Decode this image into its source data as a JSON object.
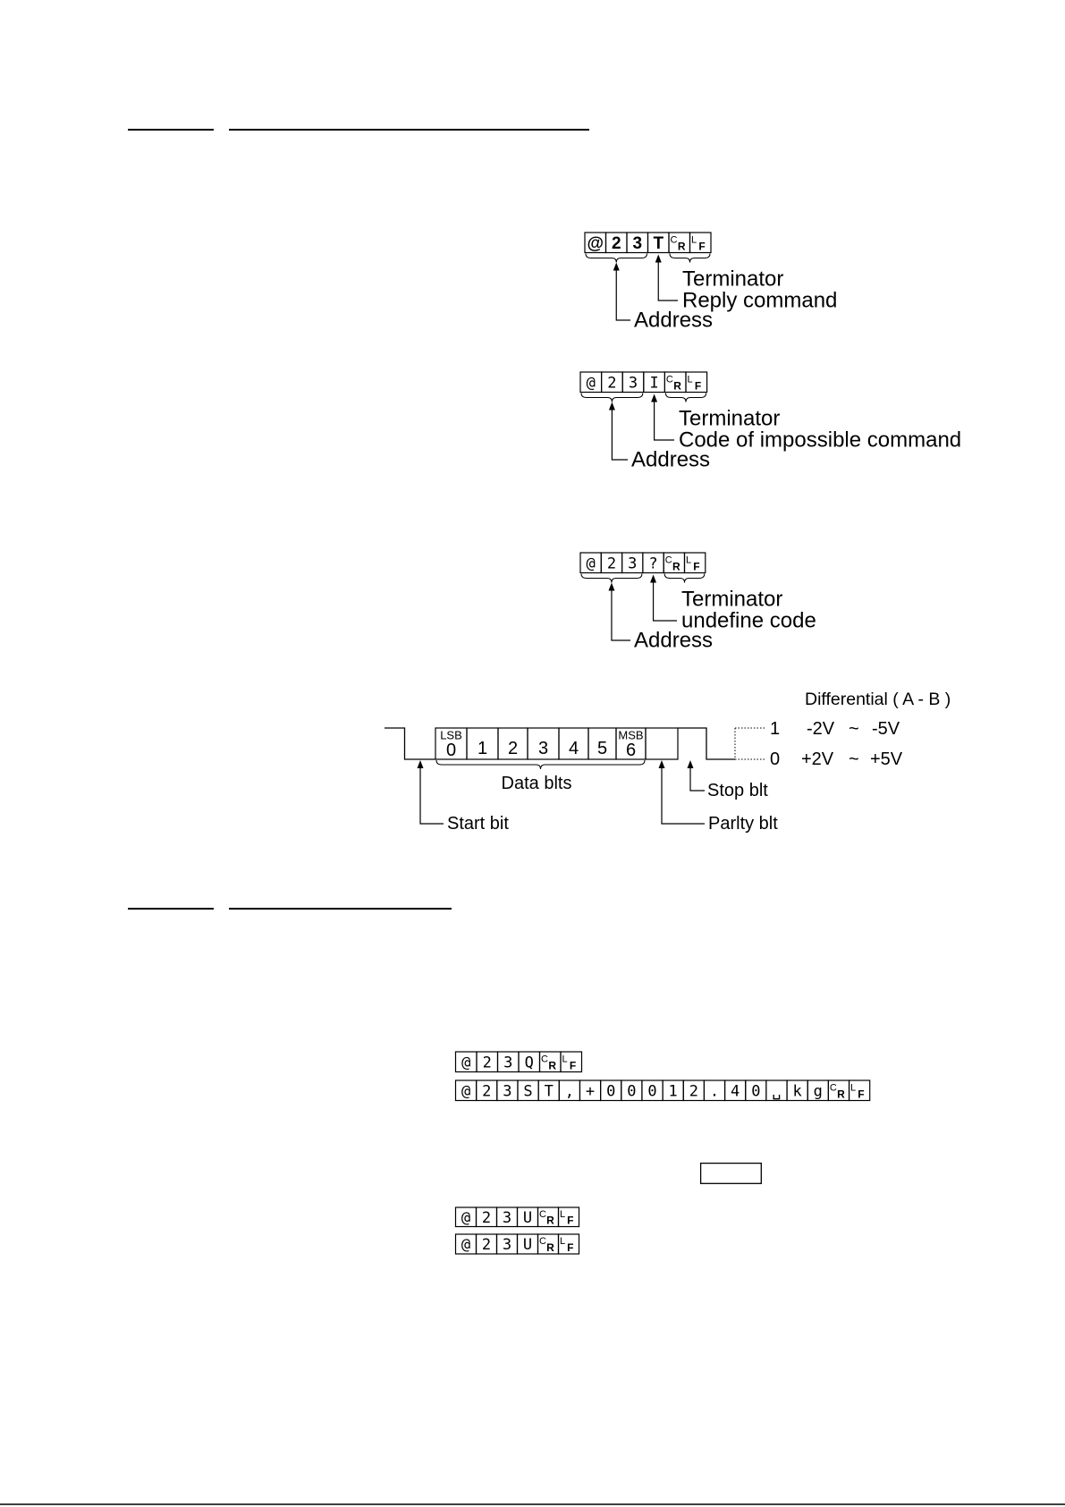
{
  "reply_frame": {
    "cells": [
      "@",
      "2",
      "3",
      "T",
      "CR",
      "LF"
    ],
    "terminator": "Terminator",
    "command": "Reply command",
    "address": "Address"
  },
  "impossible_frame": {
    "cells": [
      "@",
      "2",
      "3",
      "I",
      "CR",
      "LF"
    ],
    "terminator": "Terminator",
    "command": "Code of impossible command",
    "address": "Address"
  },
  "undefined_frame": {
    "cells": [
      "@",
      "2",
      "3",
      "?",
      "CR",
      "LF"
    ],
    "terminator": "Terminator",
    "command": "undefine code",
    "address": "Address"
  },
  "signal": {
    "title": "Differential ( A - B )",
    "levels": [
      {
        "logic": "1",
        "from": "-2V",
        "sep": "~",
        "to": "-5V"
      },
      {
        "logic": "0",
        "from": "+2V",
        "sep": "~",
        "to": "+5V"
      }
    ],
    "bits": [
      {
        "top": "LSB",
        "value": "0"
      },
      {
        "value": "1"
      },
      {
        "value": "2"
      },
      {
        "value": "3"
      },
      {
        "value": "4"
      },
      {
        "value": "5"
      },
      {
        "top": "MSB",
        "value": "6"
      },
      {}
    ],
    "data_bits": "Data blts",
    "start_bit": "Start bit",
    "parity_bit": "Parlty blt",
    "stop_bit": "Stop blt"
  },
  "examples": {
    "query": [
      "@",
      "2",
      "3",
      "Q",
      "CR",
      "LF"
    ],
    "response": [
      "@",
      "2",
      "3",
      "S",
      "T",
      ",",
      "+",
      "0",
      "0",
      "0",
      "1",
      "2",
      ".",
      "4",
      "0",
      "␣",
      "k",
      "g",
      "CR",
      "LF"
    ],
    "command_u": [
      "@",
      "2",
      "3",
      "U",
      "CR",
      "LF"
    ],
    "reply_u": [
      "@",
      "2",
      "3",
      "U",
      "CR",
      "LF"
    ]
  }
}
